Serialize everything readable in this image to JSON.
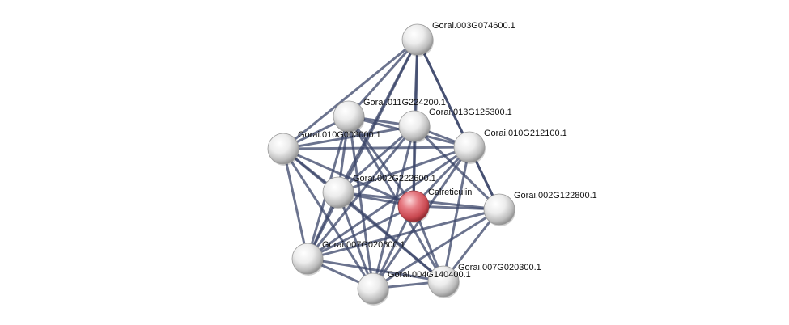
{
  "network": {
    "nodes": [
      {
        "id": "Calreticulin",
        "label": "Calreticulin",
        "query": true
      },
      {
        "id": "Gorai.003G074600.1",
        "label": "Gorai.003G074600.1",
        "query": false
      },
      {
        "id": "Gorai.011G224200.1",
        "label": "Gorai.011G224200.1",
        "query": false
      },
      {
        "id": "Gorai.013G125300.1",
        "label": "Gorai.013G125300.1",
        "query": false
      },
      {
        "id": "Gorai.010G003000.1",
        "label": "Gorai.010G003000.1",
        "query": false
      },
      {
        "id": "Gorai.010G212100.1",
        "label": "Gorai.010G212100.1",
        "query": false
      },
      {
        "id": "Gorai.002G222600.1",
        "label": "Gorai.002G222600.1",
        "query": false
      },
      {
        "id": "Gorai.002G122800.1",
        "label": "Gorai.002G122800.1",
        "query": false
      },
      {
        "id": "Gorai.007G020600.1",
        "label": "Gorai.007G020600.1",
        "query": false
      },
      {
        "id": "Gorai.007G020300.1",
        "label": "Gorai.007G020300.1",
        "query": false
      },
      {
        "id": "Gorai.004G140400.1",
        "label": "Gorai.004G140400.1",
        "query": false
      }
    ],
    "edges": [
      [
        "Gorai.003G074600.1",
        "Gorai.010G003000.1"
      ],
      [
        "Gorai.003G074600.1",
        "Gorai.011G224200.1"
      ],
      [
        "Gorai.003G074600.1",
        "Gorai.013G125300.1"
      ],
      [
        "Gorai.003G074600.1",
        "Gorai.010G212100.1"
      ],
      [
        "Gorai.003G074600.1",
        "Gorai.002G222600.1"
      ],
      [
        "Gorai.003G074600.1",
        "Calreticulin"
      ],
      [
        "Gorai.003G074600.1",
        "Gorai.007G020600.1"
      ],
      [
        "Gorai.003G074600.1",
        "Gorai.002G122800.1"
      ],
      [
        "Gorai.011G224200.1",
        "Gorai.010G003000.1"
      ],
      [
        "Gorai.011G224200.1",
        "Gorai.013G125300.1"
      ],
      [
        "Gorai.011G224200.1",
        "Gorai.010G212100.1"
      ],
      [
        "Gorai.011G224200.1",
        "Gorai.002G222600.1"
      ],
      [
        "Gorai.011G224200.1",
        "Calreticulin"
      ],
      [
        "Gorai.011G224200.1",
        "Gorai.007G020600.1"
      ],
      [
        "Gorai.011G224200.1",
        "Gorai.004G140400.1"
      ],
      [
        "Gorai.011G224200.1",
        "Gorai.007G020300.1"
      ],
      [
        "Gorai.013G125300.1",
        "Gorai.010G003000.1"
      ],
      [
        "Gorai.013G125300.1",
        "Gorai.010G212100.1"
      ],
      [
        "Gorai.013G125300.1",
        "Gorai.002G222600.1"
      ],
      [
        "Gorai.013G125300.1",
        "Calreticulin"
      ],
      [
        "Gorai.013G125300.1",
        "Gorai.004G140400.1"
      ],
      [
        "Gorai.013G125300.1",
        "Gorai.007G020600.1"
      ],
      [
        "Gorai.013G125300.1",
        "Gorai.002G122800.1"
      ],
      [
        "Gorai.010G003000.1",
        "Gorai.010G212100.1"
      ],
      [
        "Gorai.010G003000.1",
        "Gorai.002G222600.1"
      ],
      [
        "Gorai.010G003000.1",
        "Calreticulin"
      ],
      [
        "Gorai.010G003000.1",
        "Gorai.007G020600.1"
      ],
      [
        "Gorai.010G003000.1",
        "Gorai.004G140400.1"
      ],
      [
        "Gorai.010G003000.1",
        "Gorai.007G020300.1"
      ],
      [
        "Gorai.010G212100.1",
        "Gorai.002G222600.1"
      ],
      [
        "Gorai.010G212100.1",
        "Calreticulin"
      ],
      [
        "Gorai.010G212100.1",
        "Gorai.002G122800.1"
      ],
      [
        "Gorai.010G212100.1",
        "Gorai.007G020600.1"
      ],
      [
        "Gorai.010G212100.1",
        "Gorai.004G140400.1"
      ],
      [
        "Gorai.010G212100.1",
        "Gorai.007G020300.1"
      ],
      [
        "Gorai.002G222600.1",
        "Calreticulin"
      ],
      [
        "Gorai.002G222600.1",
        "Gorai.007G020600.1"
      ],
      [
        "Gorai.002G222600.1",
        "Gorai.004G140400.1"
      ],
      [
        "Gorai.002G222600.1",
        "Gorai.007G020300.1"
      ],
      [
        "Gorai.002G222600.1",
        "Gorai.002G122800.1"
      ],
      [
        "Calreticulin",
        "Gorai.002G122800.1"
      ],
      [
        "Calreticulin",
        "Gorai.007G020600.1"
      ],
      [
        "Calreticulin",
        "Gorai.004G140400.1"
      ],
      [
        "Calreticulin",
        "Gorai.007G020300.1"
      ],
      [
        "Gorai.002G122800.1",
        "Gorai.004G140400.1"
      ],
      [
        "Gorai.002G122800.1",
        "Gorai.007G020300.1"
      ],
      [
        "Gorai.002G122800.1",
        "Gorai.007G020600.1"
      ],
      [
        "Gorai.007G020600.1",
        "Gorai.004G140400.1"
      ],
      [
        "Gorai.007G020600.1",
        "Gorai.007G020300.1"
      ],
      [
        "Gorai.004G140400.1",
        "Gorai.007G020300.1"
      ]
    ]
  },
  "colors": {
    "edge": "#3a4468",
    "node": "#d8d8d8",
    "query_node": "#d9606a",
    "label": "#111111"
  }
}
